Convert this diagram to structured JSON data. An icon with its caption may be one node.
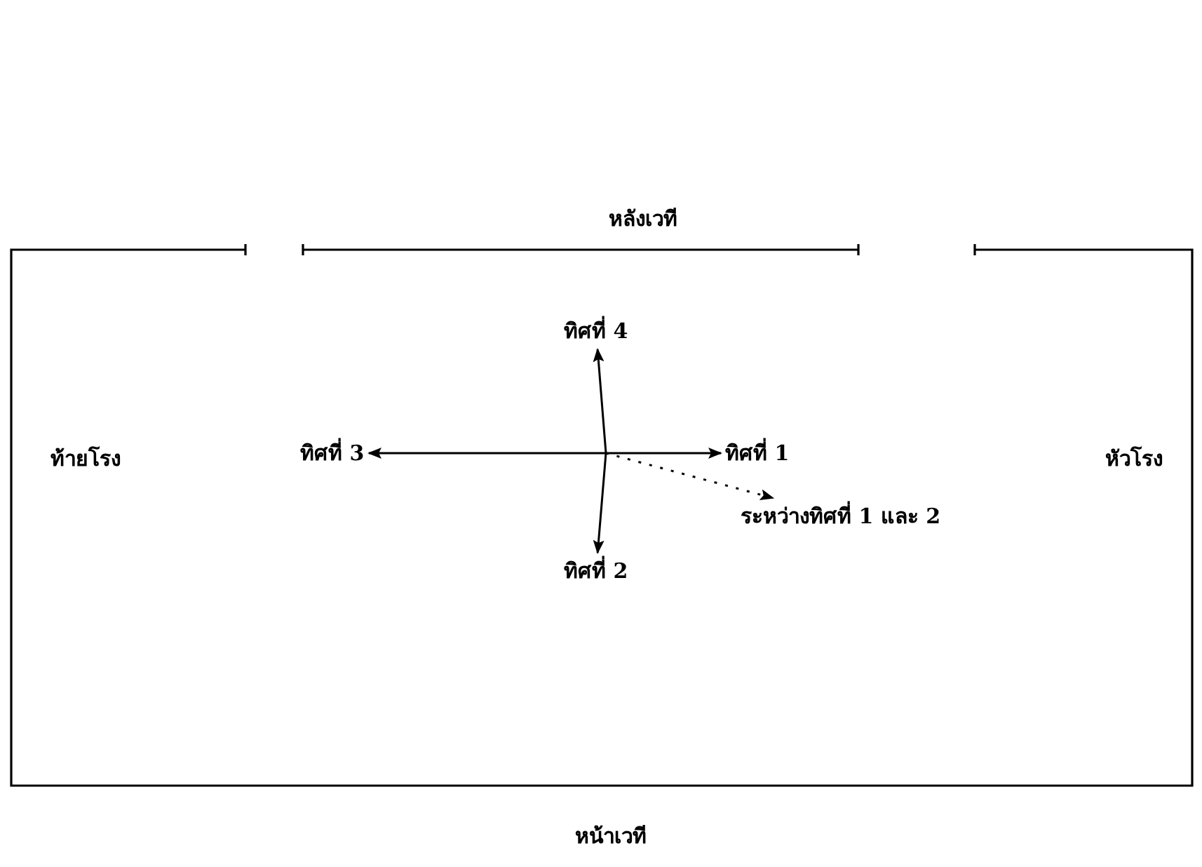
{
  "diagram": {
    "nodes": [
      {
        "text": [
          "ทิศที่ 4"
        ]
      },
      {
        "text": [
          "ทิศที่ 3"
        ]
      },
      {
        "text": [
          "ทิศที่ 1"
        ]
      },
      {
        "text": [
          "ระหว่างทิศที่ 1 และ 2"
        ]
      },
      {
        "text": [
          "ทิศที่ 2"
        ]
      }
    ],
    "edges": [
      {
        "from": null,
        "to": 0,
        "arrow": "to"
      },
      {
        "from": null,
        "to": 1,
        "arrow": "to"
      },
      {
        "from": null,
        "to": 2,
        "arrow": "to"
      },
      {
        "from": null,
        "to": 4,
        "arrow": "to"
      },
      {
        "from": null,
        "to": 3,
        "arrow": "to",
        "style": "dashed"
      }
    ],
    "labels": [
      "หลังเวที",
      "ท้ายโรง",
      "หัวโรง",
      "หน้าเวที"
    ]
  }
}
